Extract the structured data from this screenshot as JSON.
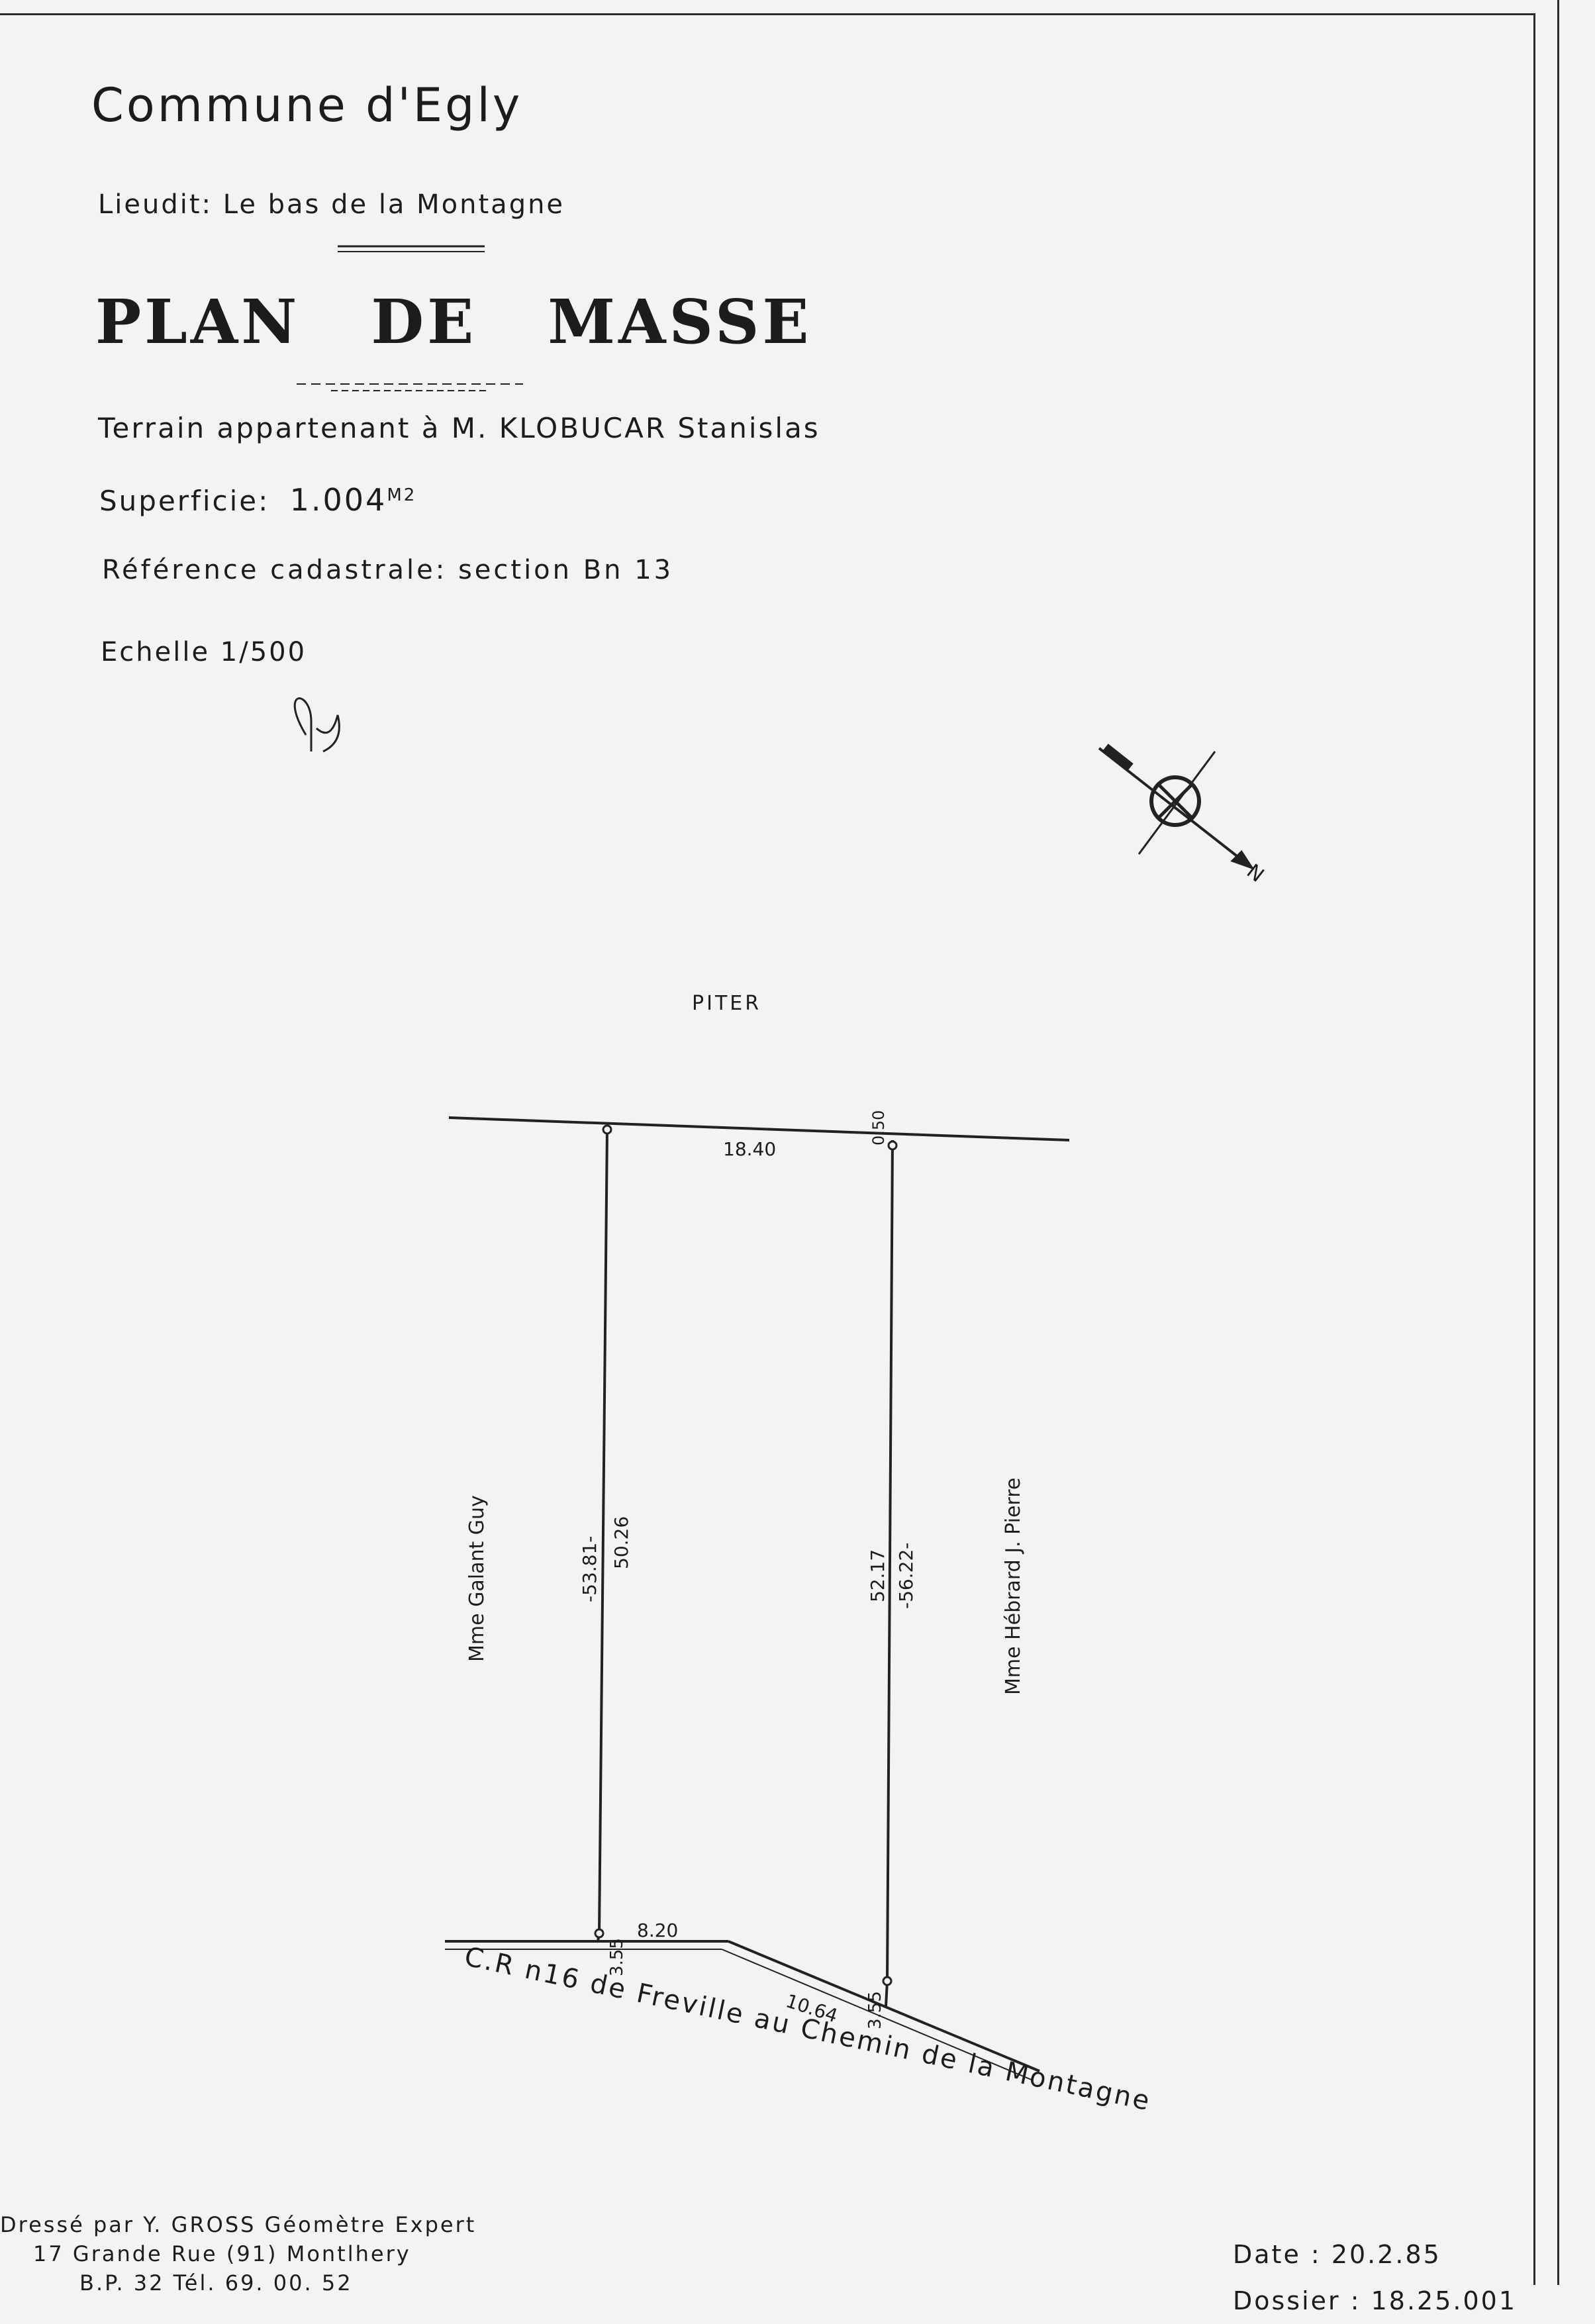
{
  "header": {
    "commune": "Commune  d'Egly",
    "lieudit": "Lieudit: Le bas de la Montagne",
    "title": "PLAN  DE  MASSE",
    "terrain": "Terrain appartenant à  M. KLOBUCAR Stanislas",
    "superficie_label": "Superficie:",
    "superficie_value": "1.004",
    "superficie_unit": "M2",
    "reference": "Référence  cadastrale: section Bn 13",
    "echelle": "Echelle  1/500"
  },
  "plan": {
    "north_label": "N",
    "neighbor_top": "PITER",
    "neighbor_left": "Mme Galant Guy",
    "neighbor_right": "Mme Hébrard  J. Pierre",
    "road": "C.R n16 de Freville au Chemin de la Montagne",
    "dimensions": {
      "top_width": "18.40",
      "top_offset": "0.50",
      "left_side_a": "-53.81-",
      "left_side_b": "50.26",
      "right_side_a": "52.17",
      "right_side_b": "-56.22-",
      "left_setback": "3.55",
      "right_setback": "3.55",
      "bottom_left": "8.20",
      "bottom_right": "10.64"
    }
  },
  "footer": {
    "surveyor_line1": "Dressé par  Y. GROSS  Géomètre Expert",
    "surveyor_line2": "17 Grande Rue   (91)  Montlhery",
    "surveyor_line3": "B.P. 32   Tél. 69. 00. 52",
    "date_label": "Date :",
    "date_value": "20.2.85",
    "dossier": "Dossier : 18.25.001"
  }
}
